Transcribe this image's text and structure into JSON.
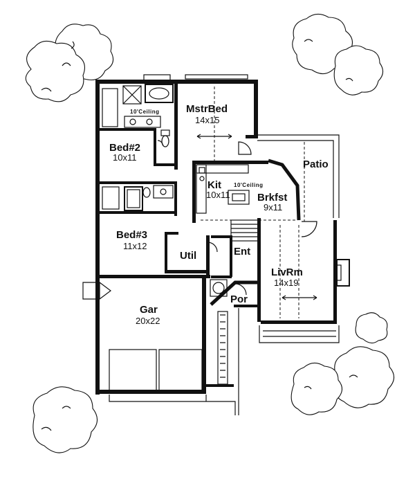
{
  "rooms": {
    "master_bed": {
      "name": "MstrBed",
      "dims": "14x15"
    },
    "bed2": {
      "name": "Bed#2",
      "dims": "10x11"
    },
    "bed3": {
      "name": "Bed#3",
      "dims": "11x12"
    },
    "kitchen": {
      "name": "Kit",
      "dims": "10x11"
    },
    "breakfast": {
      "name": "Brkfst",
      "dims": "9x11"
    },
    "living_room": {
      "name": "LivRm",
      "dims": "14x19"
    },
    "garage": {
      "name": "Gar",
      "dims": "20x22"
    },
    "utility": {
      "name": "Util"
    },
    "entry": {
      "name": "Ent"
    },
    "porch": {
      "name": "Por"
    },
    "patio": {
      "name": "Patio"
    }
  },
  "notes": {
    "bath_ceiling": "10'Ceiling",
    "kitchen_ceiling": "10'Ceiling"
  }
}
